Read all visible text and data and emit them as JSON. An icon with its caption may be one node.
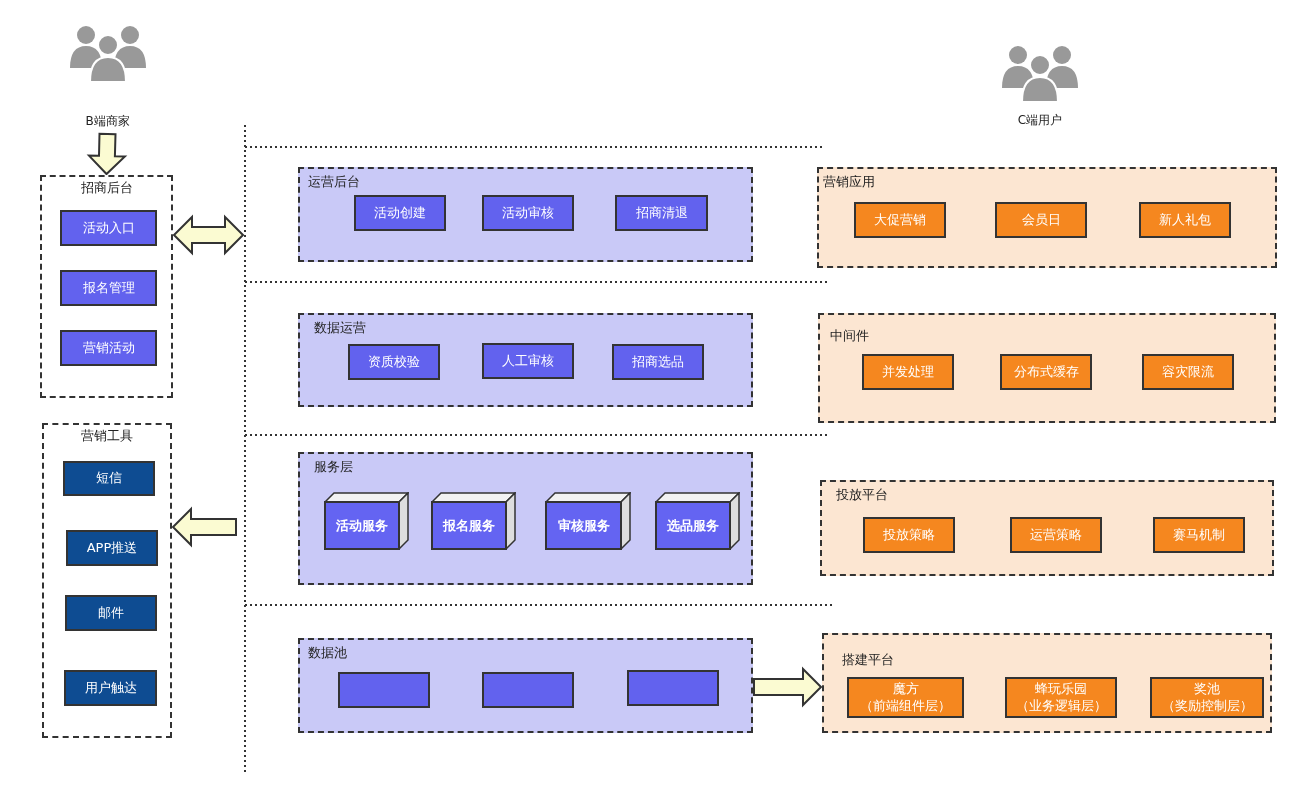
{
  "diagram": {
    "nodes": [
      {
        "text": [
          "B端商家"
        ]
      },
      {
        "text": [
          "C端用户"
        ]
      },
      {
        "text": [
          "招商后台"
        ]
      },
      {
        "text": [
          "活动入口"
        ],
        "in": 2
      },
      {
        "text": [
          "报名管理"
        ],
        "in": 2
      },
      {
        "text": [
          "营销活动"
        ],
        "in": 2
      },
      {
        "text": [
          "运营后台"
        ]
      },
      {
        "text": [
          "活动创建"
        ],
        "in": 6
      },
      {
        "text": [
          "活动审核"
        ],
        "in": 6
      },
      {
        "text": [
          "招商清退"
        ],
        "in": 6
      },
      {
        "text": [
          "营销应用"
        ]
      },
      {
        "text": [
          "大促营销"
        ],
        "in": 10
      },
      {
        "text": [
          "会员日"
        ],
        "in": 10
      },
      {
        "text": [
          "新人礼包"
        ],
        "in": 10
      },
      {
        "text": [
          "数据运营"
        ]
      },
      {
        "text": [
          "资质校验"
        ],
        "in": 14
      },
      {
        "text": [
          "人工审核"
        ],
        "in": 14
      },
      {
        "text": [
          "招商选品"
        ],
        "in": 14
      },
      {
        "text": [
          "中间件"
        ]
      },
      {
        "text": [
          "并发处理"
        ],
        "in": 18
      },
      {
        "text": [
          "分布式缓存"
        ],
        "in": 18
      },
      {
        "text": [
          "容灾限流"
        ],
        "in": 18
      },
      {
        "text": [
          "营销工具"
        ]
      },
      {
        "text": [
          "短信"
        ],
        "in": 22
      },
      {
        "text": [
          "APP推送"
        ],
        "in": 22
      },
      {
        "text": [
          "邮件"
        ],
        "in": 22
      },
      {
        "text": [
          "用户触达"
        ],
        "in": 22
      },
      {
        "text": [
          "服务层"
        ]
      },
      {
        "text": [
          "活动服务"
        ],
        "in": 27
      },
      {
        "text": [
          "报名服务"
        ],
        "in": 27
      },
      {
        "text": [
          "审核服务"
        ],
        "in": 27
      },
      {
        "text": [
          "选品服务"
        ],
        "in": 27
      },
      {
        "text": [
          "投放平台"
        ]
      },
      {
        "text": [
          "投放策略"
        ],
        "in": 32
      },
      {
        "text": [
          "运营策略"
        ],
        "in": 32
      },
      {
        "text": [
          "赛马机制"
        ],
        "in": 32
      },
      {
        "text": [
          "数据池"
        ]
      },
      {
        "text": [],
        "shape": "box",
        "in": 36
      },
      {
        "text": [],
        "shape": "box",
        "in": 36
      },
      {
        "text": [],
        "shape": "box",
        "in": 36
      },
      {
        "text": [
          "搭建平台"
        ]
      },
      {
        "text": [
          "魔方（前端组件层）"
        ],
        "in": 40
      },
      {
        "text": [
          "蜂玩乐园（业务逻辑层）"
        ],
        "in": 40
      },
      {
        "text": [
          "奖池（奖励控制层）"
        ],
        "in": 40
      }
    ],
    "edges": [
      {
        "from": 0,
        "to": 2,
        "arrow": "to"
      },
      {
        "from": 2,
        "to": null,
        "arrow": "both"
      },
      {
        "from": null,
        "to": 22,
        "arrow": "to"
      },
      {
        "from": 36,
        "to": 40,
        "arrow": "to"
      }
    ]
  }
}
